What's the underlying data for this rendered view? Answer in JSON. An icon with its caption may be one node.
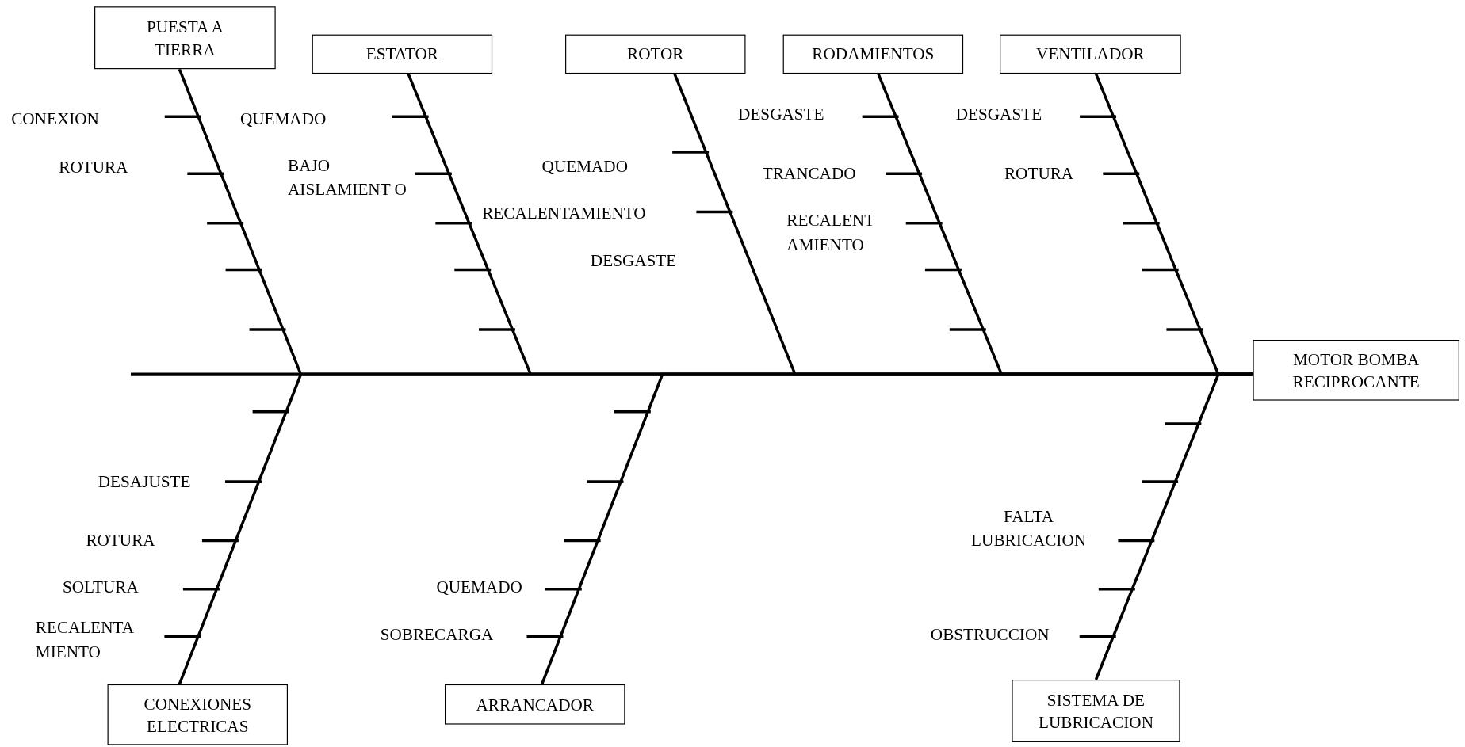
{
  "diagram": {
    "nodes": [
      {
        "text": [
          "PUESTA A TIERRA"
        ]
      },
      {
        "text": [
          "ESTATOR"
        ]
      },
      {
        "text": [
          "ROTOR"
        ]
      },
      {
        "text": [
          "RODAMIENTOS"
        ]
      },
      {
        "text": [
          "VENTILADOR"
        ]
      },
      {
        "text": [
          "MOTOR BOMBA RECIPROCANTE"
        ]
      },
      {
        "text": [
          "CONEXIONES ELECTRICAS"
        ]
      },
      {
        "text": [
          "ARRANCADOR"
        ]
      },
      {
        "text": [
          "SISTEMA DE LUBRICACION"
        ]
      }
    ],
    "edges": [
      {
        "from": 0,
        "to": 5,
        "arrow": "none"
      },
      {
        "from": 1,
        "to": 5,
        "arrow": "none"
      },
      {
        "from": 2,
        "to": 5,
        "arrow": "none"
      },
      {
        "from": 3,
        "to": 5,
        "arrow": "none"
      },
      {
        "from": 4,
        "to": 5,
        "arrow": "none"
      },
      {
        "from": 6,
        "to": 5,
        "arrow": "none"
      },
      {
        "from": 7,
        "to": 5,
        "arrow": "none"
      },
      {
        "from": 8,
        "to": 5,
        "arrow": "none"
      }
    ],
    "labels": [
      "CONEXION",
      "QUEMADO",
      "DESGASTE",
      "DESGASTE",
      "ROTURA",
      "BAJO AISLAMIENT O",
      "QUEMADO",
      "TRANCADO",
      "ROTURA",
      "RECALENTAMIENTO",
      "RECALENT AMIENTO",
      "DESGASTE",
      "DESAJUSTE",
      "ROTURA",
      "SOLTURA",
      "RECALENTA MIENTO",
      "QUEMADO",
      "SOBRECARGA",
      "FALTA LUBRICACION",
      "OBSTRUCCION"
    ]
  }
}
